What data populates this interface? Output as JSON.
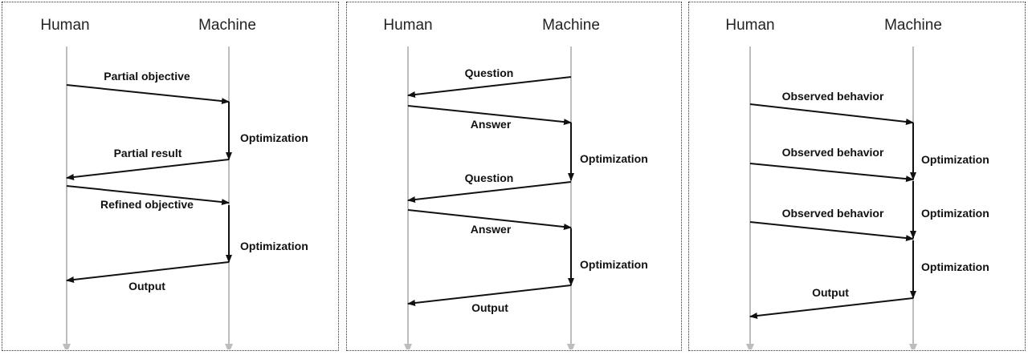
{
  "panels": [
    {
      "human_label": "Human",
      "machine_label": "Machine",
      "messages": [
        {
          "text": "Partial objective"
        },
        {
          "text": "Optimization"
        },
        {
          "text": "Partial result"
        },
        {
          "text": "Refined objective"
        },
        {
          "text": "Optimization"
        },
        {
          "text": "Output"
        }
      ]
    },
    {
      "human_label": "Human",
      "machine_label": "Machine",
      "messages": [
        {
          "text": "Question"
        },
        {
          "text": "Answer"
        },
        {
          "text": "Optimization"
        },
        {
          "text": "Question"
        },
        {
          "text": "Answer"
        },
        {
          "text": "Optimization"
        },
        {
          "text": "Output"
        }
      ]
    },
    {
      "human_label": "Human",
      "machine_label": "Machine",
      "messages": [
        {
          "text": "Observed behavior"
        },
        {
          "text": "Optimization"
        },
        {
          "text": "Observed behavior"
        },
        {
          "text": "Optimization"
        },
        {
          "text": "Observed behavior"
        },
        {
          "text": "Optimization"
        },
        {
          "text": "Output"
        }
      ]
    }
  ],
  "colors": {
    "arrow": "#111111",
    "lifeline": "#bdbdbd",
    "border": "#333333"
  }
}
